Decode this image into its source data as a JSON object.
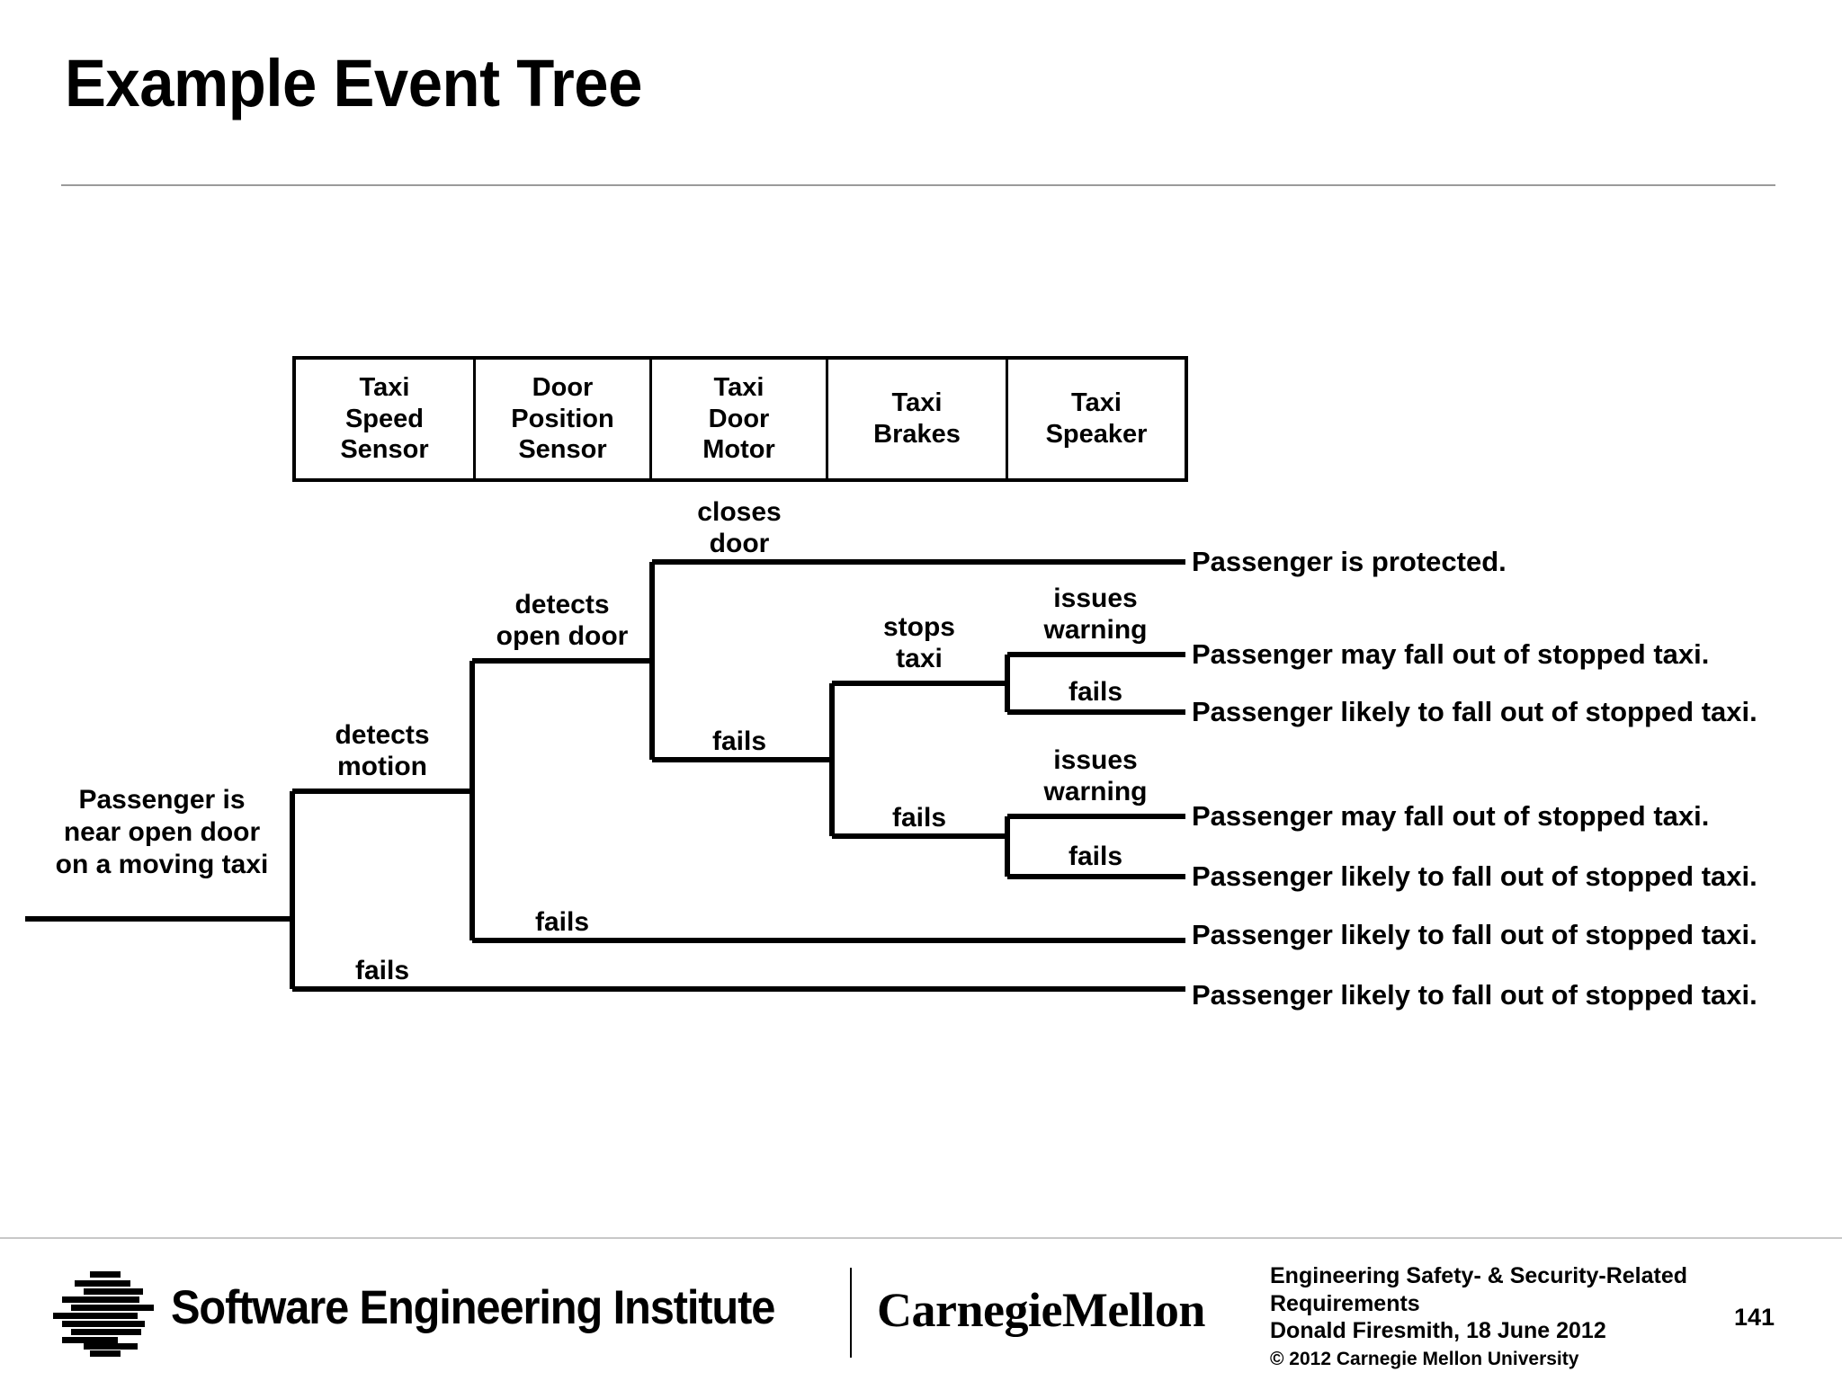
{
  "slide": {
    "title": "Example Event Tree",
    "page_number": "141"
  },
  "header_table": {
    "columns": [
      {
        "label": "Taxi\nSpeed\nSensor"
      },
      {
        "label": "Door\nPosition\nSensor"
      },
      {
        "label": "Taxi\nDoor\nMotor"
      },
      {
        "label": "Taxi\nBrakes"
      },
      {
        "label": "Taxi\nSpeaker"
      }
    ]
  },
  "tree": {
    "initiating_event": "Passenger is\nnear open door\non a moving taxi",
    "branch_labels": [
      {
        "id": "speed-detects-motion",
        "text": "detects\nmotion"
      },
      {
        "id": "speed-fails",
        "text": "fails"
      },
      {
        "id": "door-detects-open-door",
        "text": "detects\nopen door"
      },
      {
        "id": "door-fails",
        "text": "fails"
      },
      {
        "id": "motor-closes-door",
        "text": "closes\ndoor"
      },
      {
        "id": "motor-fails",
        "text": "fails"
      },
      {
        "id": "brakes-stops-taxi",
        "text": "stops\ntaxi"
      },
      {
        "id": "brakes-fails",
        "text": "fails"
      },
      {
        "id": "speaker-issues-warning-upper",
        "text": "issues\nwarning"
      },
      {
        "id": "speaker-fails-upper",
        "text": "fails"
      },
      {
        "id": "speaker-issues-warning-lower",
        "text": "issues\nwarning"
      },
      {
        "id": "speaker-fails-lower",
        "text": "fails"
      }
    ],
    "outcomes": [
      {
        "id": "outcome-1",
        "text": "Passenger is protected."
      },
      {
        "id": "outcome-2",
        "text": "Passenger may fall out of stopped taxi."
      },
      {
        "id": "outcome-3",
        "text": "Passenger likely to fall out of stopped taxi."
      },
      {
        "id": "outcome-4",
        "text": "Passenger may fall out of stopped taxi."
      },
      {
        "id": "outcome-5",
        "text": "Passenger likely to fall out of stopped taxi."
      },
      {
        "id": "outcome-6",
        "text": "Passenger likely to fall out of stopped taxi."
      },
      {
        "id": "outcome-7",
        "text": "Passenger likely to fall out of stopped taxi."
      }
    ]
  },
  "footer": {
    "sei_name": "Software Engineering Institute",
    "cmu_name": "CarnegieMellon",
    "meta": "Engineering Safety- & Security-Related\nRequirements\nDonald Firesmith,  18 June 2012",
    "copyright": "© 2012 Carnegie Mellon University"
  },
  "colors": {
    "ink": "#000000",
    "background": "#ffffff",
    "rule": "#9a9a9a"
  }
}
